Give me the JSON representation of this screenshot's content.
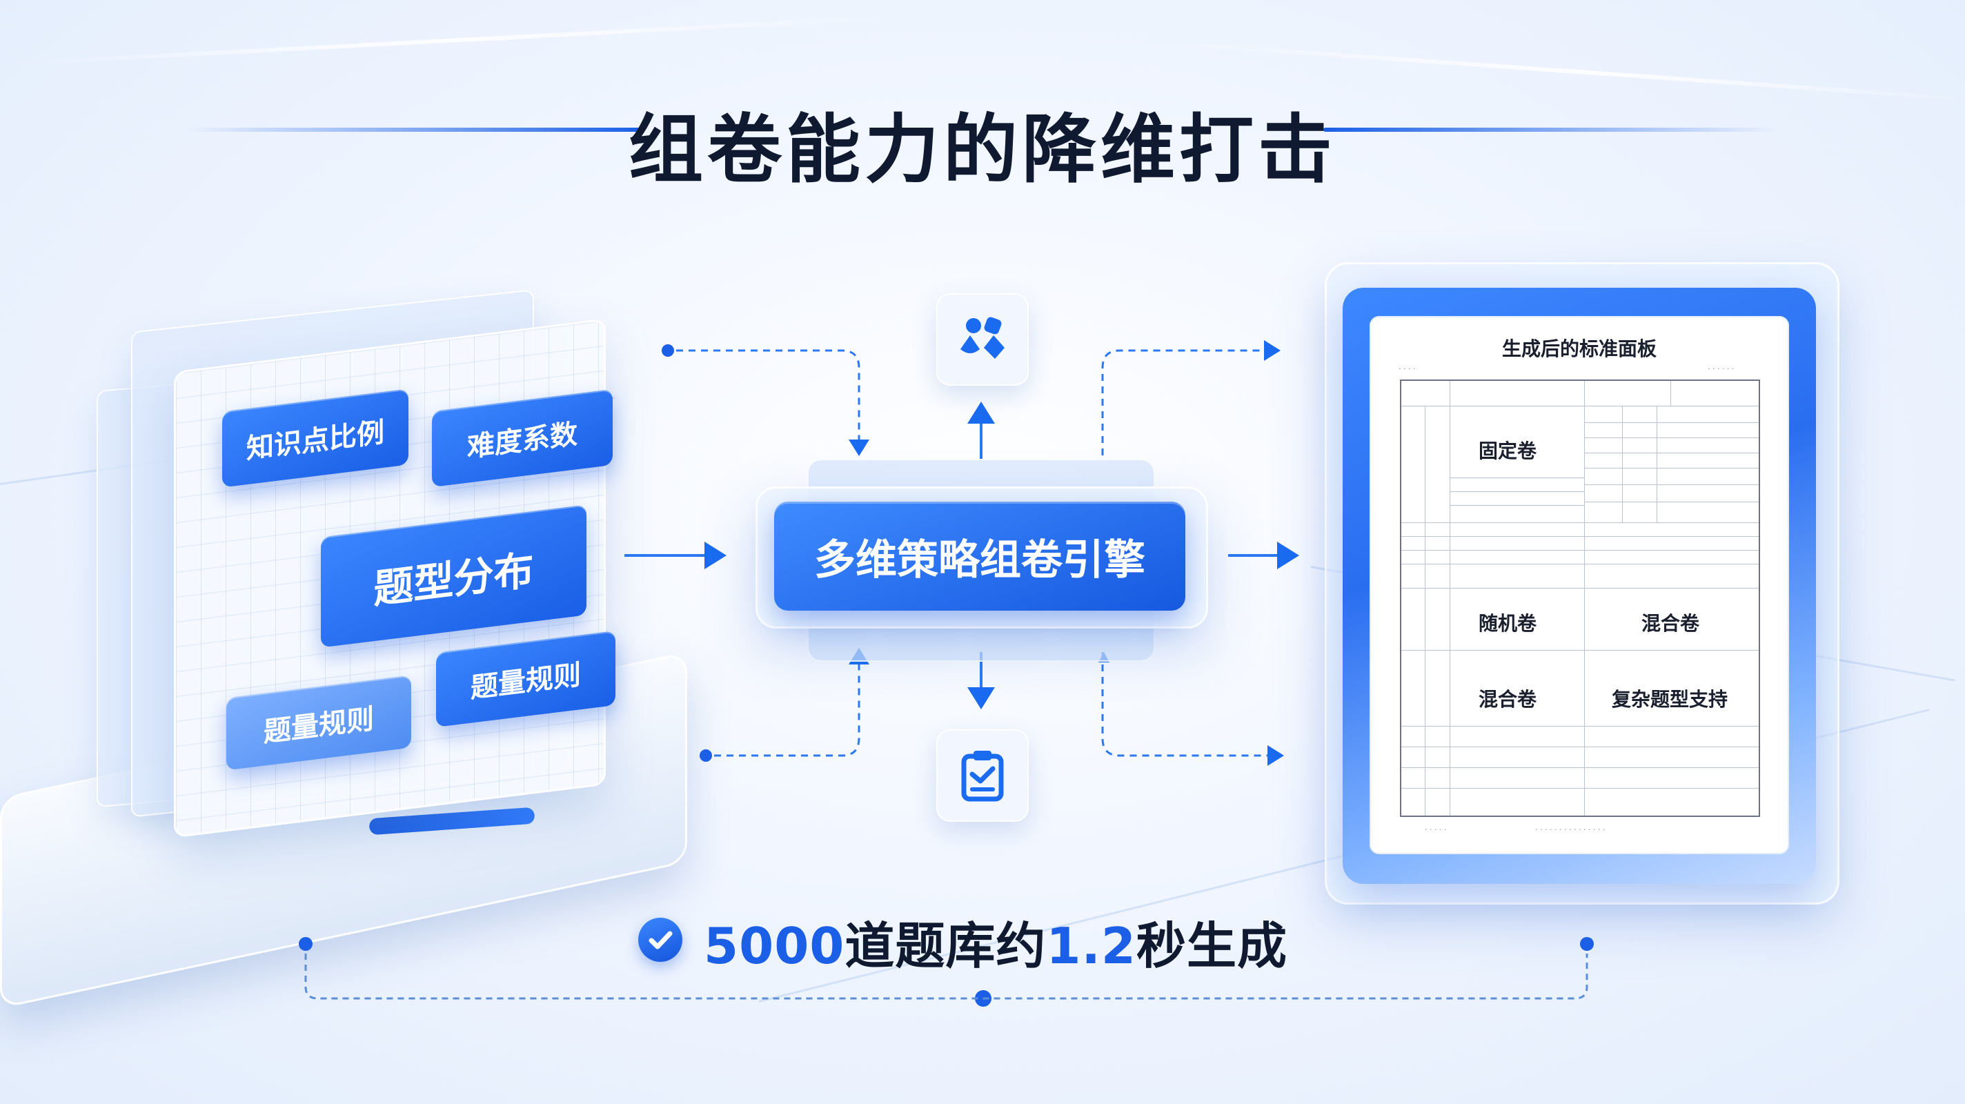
{
  "title": "组卷能力的降维打击",
  "left_panel": {
    "tags": {
      "knowledge_ratio": "知识点比例",
      "difficulty": "难度系数",
      "type_distribution": "题型分布",
      "quantity_rule_right": "题量规则",
      "quantity_rule_left": "题量规则"
    }
  },
  "engine": {
    "label": "多维策略组卷引擎"
  },
  "icons": {
    "top": "shapes-icon",
    "bottom": "clipboard-check-icon"
  },
  "sheet": {
    "title": "生成后的标准面板",
    "cells": {
      "fixed": "固定卷",
      "random": "随机卷",
      "mixed_right": "混合卷",
      "mixed_left": "混合卷",
      "complex": "复杂题型支持"
    }
  },
  "stat": {
    "count": "5000",
    "mid": "道题库约",
    "time": "1.2",
    "tail": "秒生成"
  },
  "colors": {
    "accent": "#1a5fe6",
    "title": "#0f1a30"
  }
}
